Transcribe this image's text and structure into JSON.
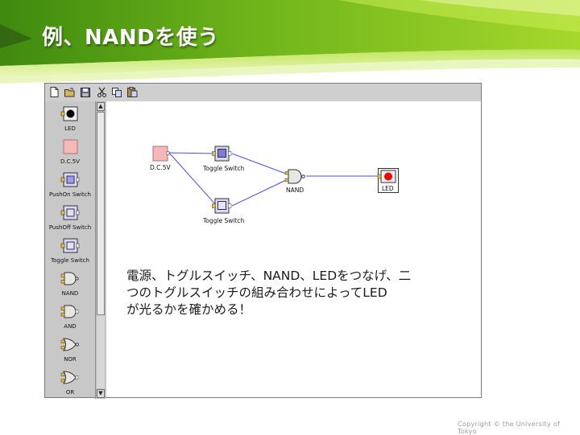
{
  "slide": {
    "title": "例、NANDを使う",
    "footer": "Copyright © the University of Tokyo"
  },
  "toolbar": {
    "buttons": [
      {
        "icon": "new-file-icon"
      },
      {
        "icon": "open-folder-icon"
      },
      {
        "icon": "save-icon"
      },
      {
        "icon": "cut-icon"
      },
      {
        "icon": "copy-icon"
      },
      {
        "icon": "paste-icon"
      }
    ]
  },
  "palette": {
    "items": [
      {
        "label": "LED"
      },
      {
        "label": "D.C.5V"
      },
      {
        "label": "PushOn Switch"
      },
      {
        "label": "PushOff Switch"
      },
      {
        "label": "Toggle Switch"
      },
      {
        "label": "NAND"
      },
      {
        "label": "AND"
      },
      {
        "label": "NOR"
      },
      {
        "label": "OR"
      }
    ]
  },
  "scrollbar": {
    "up": "▲",
    "down": "▼"
  },
  "circuit": {
    "dc_label": "D.C.5V",
    "toggle1_label": "Toggle Switch",
    "toggle2_label": "Toggle Switch",
    "nand_label": "NAND",
    "led_label": "LED"
  },
  "description": {
    "line1": "電源、トグルスイッチ、NAND、LEDをつなげ、二",
    "line2": "つのトグルスイッチの組み合わせによってLED",
    "line3": "が光るかを確かめる！"
  },
  "colors": {
    "banner_green": "#7cc21e",
    "wire": "#4a4aff",
    "power_pink": "#f4b8b8",
    "switch_purple": "#9c9cf0",
    "led_red": "#ff0000"
  }
}
